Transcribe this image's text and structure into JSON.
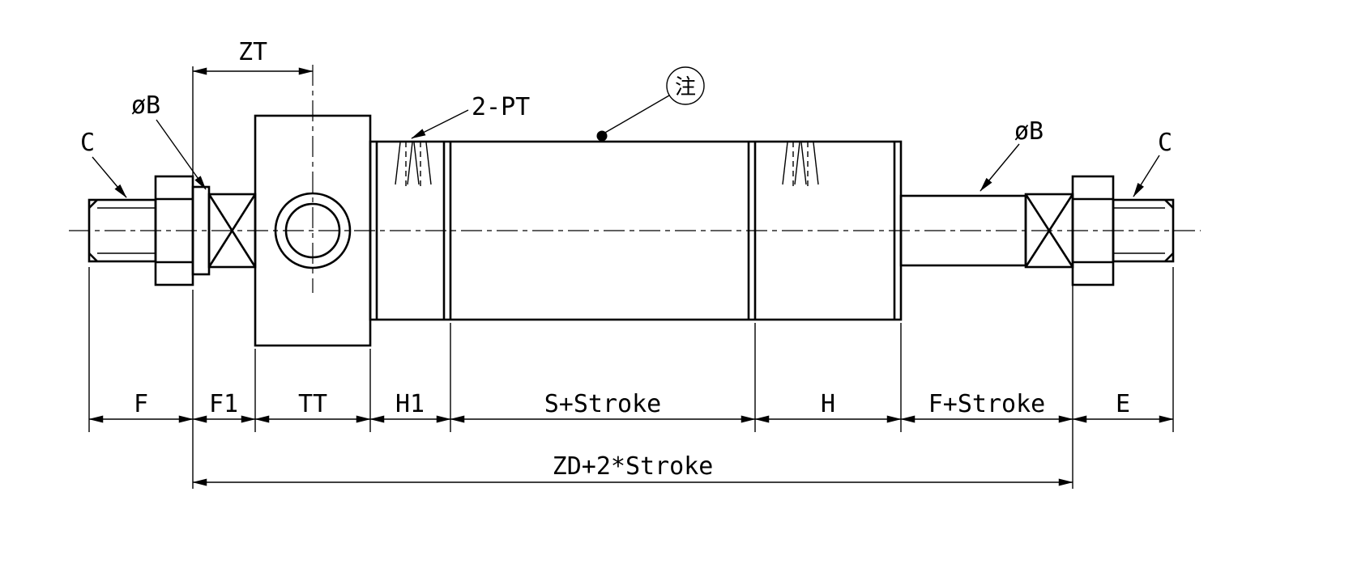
{
  "drawing": {
    "type": "pneumatic-cylinder-dimension-drawing",
    "background_color": "#ffffff",
    "line_color": "#000000",
    "callouts": {
      "c_left": "C",
      "dia_b_left": "øB",
      "zt": "ZT",
      "port": "2-PT",
      "note_symbol": "注",
      "dia_b_right": "øB",
      "c_right": "C"
    },
    "dimensions": {
      "f": "F",
      "f1": "F1",
      "tt": "TT",
      "h1": "H1",
      "s_stroke": "S+Stroke",
      "h": "H",
      "f_stroke": "F+Stroke",
      "e": "E",
      "zd": "ZD+2*Stroke"
    }
  }
}
